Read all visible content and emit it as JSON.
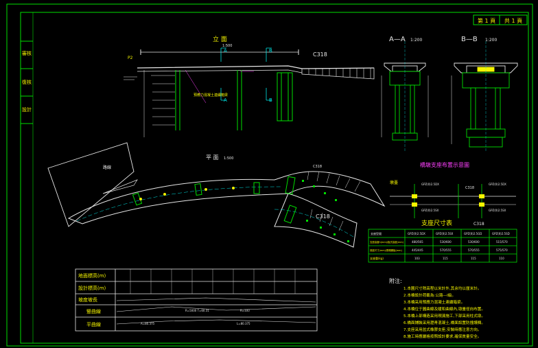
{
  "title_block": {
    "sheet_no": "第 1 頁",
    "sheet_total": "共 1 頁",
    "side_labels": [
      "審核",
      "復核",
      "設計"
    ]
  },
  "elevation": {
    "title": "立 面",
    "scale": "1:500",
    "cut_marks": [
      "A",
      "B",
      "A",
      "B"
    ],
    "pier_label": "P2",
    "ruler_label": "C318",
    "box_note": "預應力混凝土連續箱梁"
  },
  "section_aa": {
    "title": "A—A",
    "scale": "1:200"
  },
  "section_bb": {
    "title": "B—B",
    "scale": "1:200"
  },
  "plan": {
    "title": "平 面",
    "scale": "1:500",
    "road_label": "路線",
    "station_labels": [
      "C318",
      "C318"
    ]
  },
  "bearing_layout": {
    "title": "橋墩支座布置示意圖",
    "axis_label": "墩臺",
    "marker": "C318",
    "left_labels": [
      "GPZ(II)2.5DX",
      "GPZ(II)2.5SX"
    ],
    "right_labels": [
      "GPZ(II)2.5DX",
      "GPZ(II)2.5SX"
    ]
  },
  "bearing_table": {
    "title": "支座尺寸表",
    "marker": "C318",
    "headers": [
      "支座型號",
      "GPZ(II)2.5DX",
      "GPZ(II)2.5SX",
      "GPZ(II)2.5GD",
      "GPZ(II)2.5SD"
    ],
    "rows": [
      [
        "支座高度h(mm)/板式高度(mm)",
        "480/565",
        "530/600",
        "530/600",
        "515/570"
      ],
      [
        "底座尺寸(mm)/預埋鋼板(mm)",
        "445/445",
        "570/555",
        "570/555",
        "575/570"
      ],
      [
        "支座重(kg)",
        "103",
        "115",
        "115",
        "110"
      ]
    ]
  },
  "profile_table": {
    "rows": [
      "地面標高(m)",
      "設計標高(m)",
      "坡度坡長",
      "豎曲線",
      "平曲線"
    ],
    "curve_notes": [
      "R=5000  T=60.31",
      "R=100",
      "A=80.375",
      "L=80.375"
    ]
  },
  "notes": {
    "title": "附注:",
    "items": [
      "1.本圖尺寸除高程以米計外,其余均以厘米計。",
      "2.本橋設計荷載為:公路—Ⅰ級。",
      "3.本橋采用預應力混凝土連續箱梁。",
      "4.本橋位于圓曲線及緩和曲線內,墩臺徑向布置。",
      "5.本橋上部構造采用現澆施工,下部采用柱式墩。",
      "6.橋面鋪裝采用瀝青混凝土,橋面設置防撞護欄。",
      "7.支座采用盆式橡膠支座,安裝時應注意方向。",
      "8.施工時應嚴格按照設計要求,確保質量安全。"
    ]
  },
  "colors": {
    "frame": "#00e000",
    "text_yellow": "#f5f500",
    "text_white": "#e8e8e8",
    "line_cyan": "#00e5e5",
    "accent_magenta": "#ff40ff"
  }
}
